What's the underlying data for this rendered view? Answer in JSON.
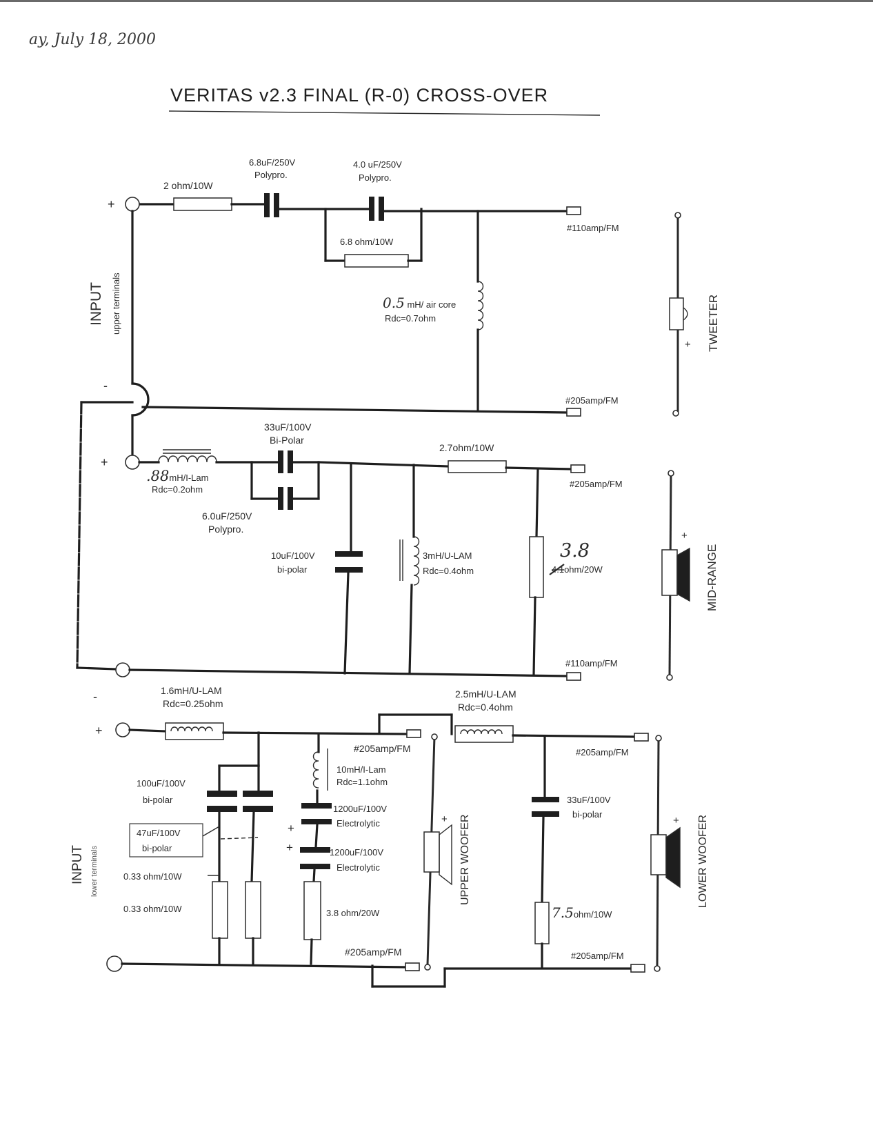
{
  "header": {
    "date": "ay, July 18, 2000"
  },
  "title": "VERITAS v2.3 FINAL (R-0) CROSS-OVER",
  "input_upper": {
    "label": "INPUT",
    "sublabel": "upper terminals",
    "plus": "+",
    "minus": "-"
  },
  "input_lower": {
    "label": "INPUT",
    "sublabel": "lower terminals"
  },
  "drivers": {
    "tweeter": "TWEETER",
    "mid": "MID-RANGE",
    "upper_woofer": "UPPER WOOFER",
    "lower_woofer": "LOWER WOOFER"
  },
  "tweeter_section": {
    "r_series": "2 ohm/10W",
    "c1_value": "6.8uF/250V",
    "c1_type": "Polypro.",
    "c2_value": "4.0 uF/250V",
    "c2_type": "Polypro.",
    "r_parallel": "6.8 ohm/10W",
    "l_shunt_value": "0.5",
    "l_shunt_rest": "mH/ air core",
    "l_shunt_rdc": "Rdc=0.7ohm",
    "wire_pos": "#110amp/FM",
    "wire_neg": "#205amp/FM"
  },
  "mid_section": {
    "l_series_value": ".88",
    "l_series_rest": "mH/I-Lam",
    "l_series_rdc": "Rdc=0.2ohm",
    "c1_value": "33uF/100V",
    "c1_type": "Bi-Polar",
    "c2_value": "6.0uF/250V",
    "c2_type": "Polypro.",
    "r_series": "2.7ohm/10W",
    "c_shunt_value": "10uF/100V",
    "c_shunt_type": "bi-polar",
    "l_shunt_value": "3mH/U-LAM",
    "l_shunt_rdc": "Rdc=0.4ohm",
    "r_shunt_handwritten": "3.8",
    "r_shunt_struck": "4.1",
    "r_shunt_rest": "ohm/20W",
    "wire_pos": "#205amp/FM",
    "wire_neg": "#110amp/FM"
  },
  "woofer_section": {
    "l1_value": "1.6mH/U-LAM",
    "l1_rdc": "Rdc=0.25ohm",
    "l2_value": "2.5mH/U-LAM",
    "l2_rdc": "Rdc=0.4ohm",
    "l3_value": "10mH/I-Lam",
    "l3_rdc": "Rdc=1.1ohm",
    "c_100": "100uF/100V",
    "c_100_type": "bi-polar",
    "c_47": "47uF/100V",
    "c_47_type": "bi-polar",
    "r_033_a": "0.33 ohm/10W",
    "r_033_b": "0.33 ohm/10W",
    "c_1200_a": "1200uF/100V",
    "c_1200_a_type": "Electrolytic",
    "c_1200_b": "1200uF/100V",
    "c_1200_b_type": "Electrolytic",
    "r_38": "3.8 ohm/20W",
    "c_33": "33uF/100V",
    "c_33_type": "bi-polar",
    "r_75_value": "7.5",
    "r_75_rest": "ohm/10W",
    "wire_upper_pos": "#205amp/FM",
    "wire_upper_neg": "#205amp/FM",
    "wire_lower_pos": "#205amp/FM",
    "wire_lower_neg": "#205amp/FM"
  }
}
